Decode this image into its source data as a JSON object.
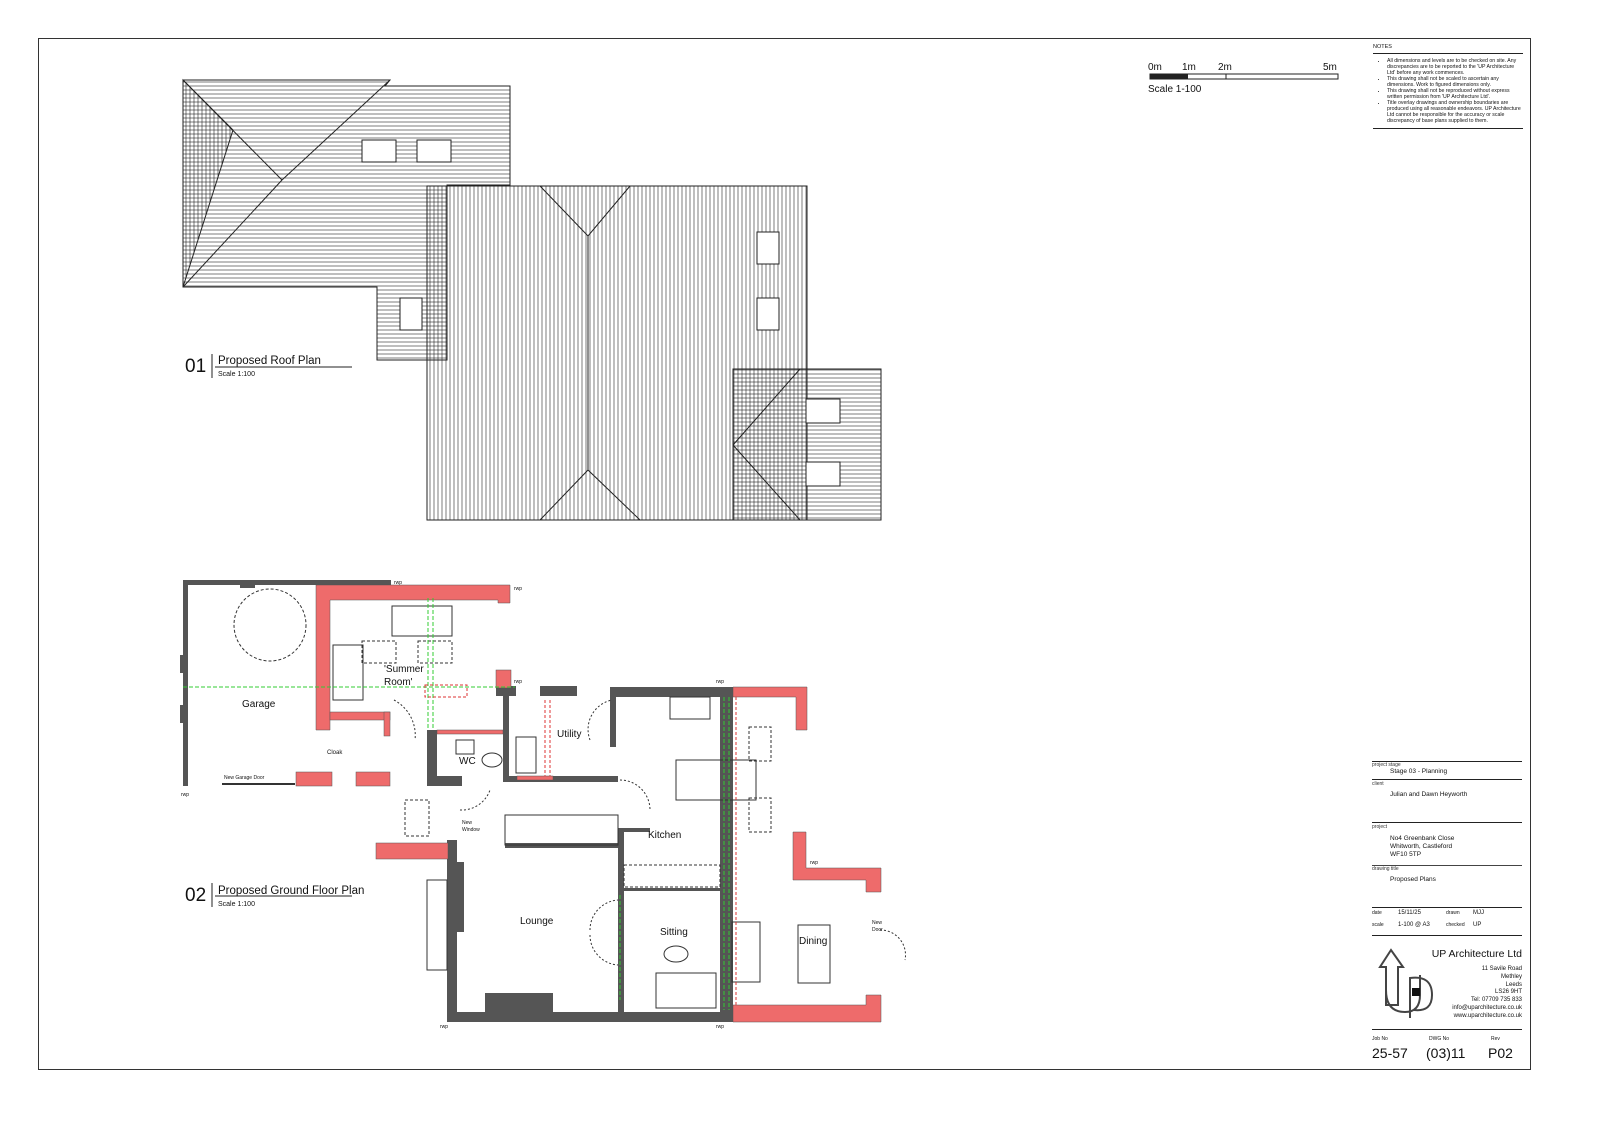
{
  "notes": {
    "heading": "NOTES",
    "items": [
      "All dimensions and levels are to be checked on site. Any discrepancies are to be reported to the 'UP Architecture Ltd' before any work commences.",
      "This drawing shall not be scaled to ascertain any dimensions. Work to figured dimensions only.",
      "This drawing shall not be reproduced without express written permission from 'UP Architecture Ltd'.",
      "Title overlay drawings and ownership boundaries are produced using all reasonable endeavors. UP Architecture Ltd cannot be responsible for the accuracy or scale discrepancy of base plans supplied to them."
    ]
  },
  "scale_bar": {
    "ticks": [
      "0m",
      "1m",
      "2m",
      "5m"
    ],
    "caption": "Scale 1-100"
  },
  "roof_plan": {
    "number": "01",
    "title": "Proposed Roof Plan",
    "scale": "Scale 1:100"
  },
  "ground_plan": {
    "number": "02",
    "title": "Proposed Ground Floor Plan",
    "scale": "Scale 1:100",
    "rooms": {
      "garage": "Garage",
      "summer_1": "'Summer",
      "summer_2": "Room'",
      "cloak": "Cloak",
      "wc": "WC",
      "utility": "Utility",
      "kitchen": "Kitchen",
      "lounge": "Lounge",
      "sitting": "Sitting",
      "dining": "Dining"
    },
    "annotations": {
      "garage_door": "New Garage Door",
      "new_window_1": "New",
      "new_window_2": "Window",
      "new_door_1": "New",
      "new_door_2": "Door",
      "rwp": "rwp"
    },
    "colors": {
      "existing_wall": "#555555",
      "new_wall": "#ee6b6b",
      "structural_line": "#33cc33",
      "removed": "#dd3333"
    }
  },
  "title_block": {
    "project_stage_label": "project stage",
    "project_stage": "Stage 03 - Planning",
    "client_label": "client",
    "client": "Julian and Dawn Heyworth",
    "project_label": "project",
    "project_lines": [
      "No4 Greenbank Close",
      "Whitworth, Castleford",
      "WF10 5TP"
    ],
    "drawing_title_label": "drawing title",
    "drawing_title": "Proposed Plans",
    "date_label": "date",
    "date": "15/11/25",
    "drawn_label": "drawn",
    "drawn": "MJJ",
    "scale_label": "scale",
    "scale": "1-100 @ A3",
    "checked_label": "checked",
    "checked": "UP",
    "company": "UP Architecture Ltd",
    "address": [
      "11 Savile Road",
      "Methley",
      "Leeds",
      "LS26 9HT",
      "Tel: 07709 735 833",
      "info@uparchitecture.co.uk",
      "www.uparchitecture.co.uk"
    ],
    "logo_text": "UP",
    "job_no_label": "Job No",
    "job_no": "25-57",
    "dwg_no_label": "DWG No",
    "dwg_no": "(03)11",
    "rev_label": "Rev",
    "rev": "P02"
  }
}
